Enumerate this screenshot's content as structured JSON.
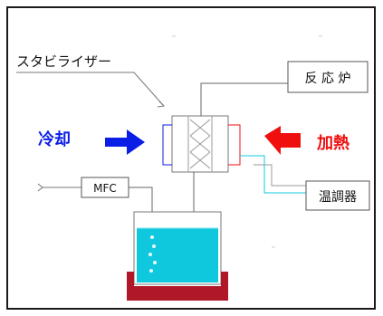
{
  "labels": {
    "stabilizer": "スタビライザー",
    "reactor": "反 応 炉",
    "cooling": "冷却",
    "heating": "加熱",
    "mfc": "MFC",
    "temp_controller": "温調器"
  },
  "colors": {
    "cooling": "#0a1ee6",
    "heating": "#f00f0f",
    "liquid": "#10c8de",
    "heater_plate": "#b0182a",
    "frame": "#1a1a1a",
    "line": "#777777"
  },
  "icons": {
    "cooling_arrow": "arrow-right",
    "heating_arrow": "arrow-left"
  }
}
